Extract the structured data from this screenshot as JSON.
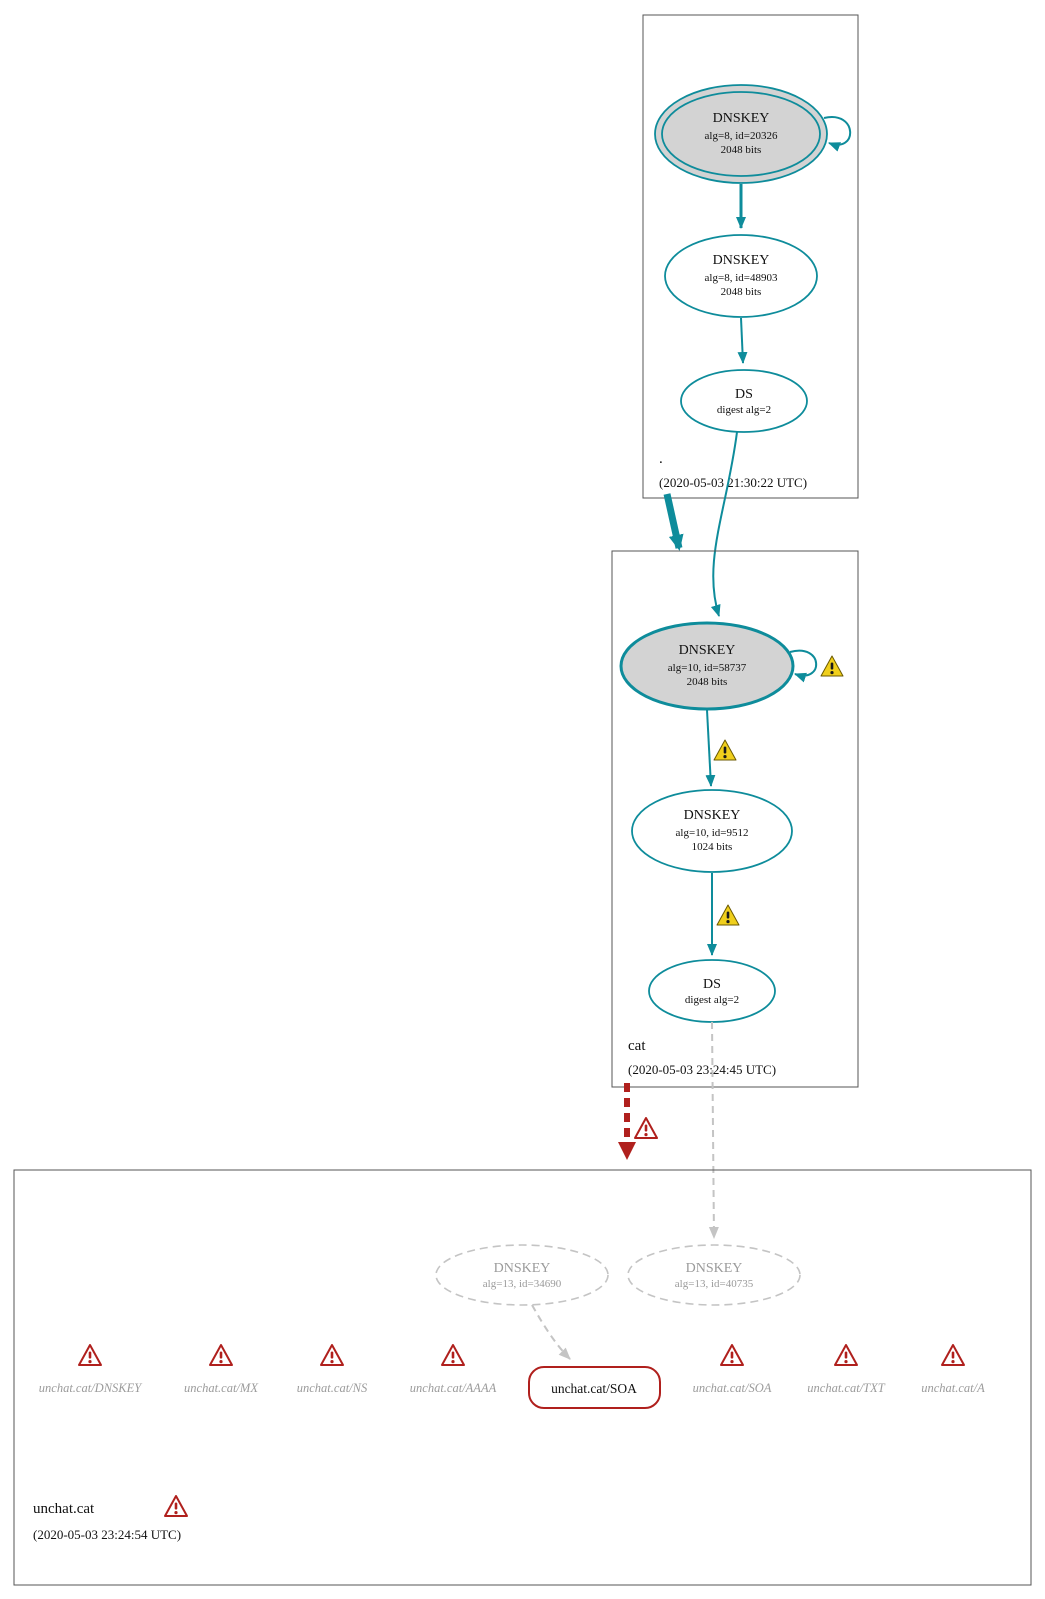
{
  "colors": {
    "teal": "#0e8c9b",
    "red": "#b0201d",
    "gold": "#f0cf1c",
    "nodegray": "#d3d3d3",
    "graydash": "#c4c4c4"
  },
  "zones": {
    "root": {
      "name": ".",
      "timestamp": "(2020-05-03 21:30:22 UTC)",
      "ksk": {
        "title": "DNSKEY",
        "detail1": "alg=8, id=20326",
        "detail2": "2048 bits"
      },
      "zsk": {
        "title": "DNSKEY",
        "detail1": "alg=8, id=48903",
        "detail2": "2048 bits"
      },
      "ds": {
        "title": "DS",
        "detail1": "digest alg=2"
      }
    },
    "cat": {
      "name": "cat",
      "timestamp": "(2020-05-03 23:24:45 UTC)",
      "ksk": {
        "title": "DNSKEY",
        "detail1": "alg=10, id=58737",
        "detail2": "2048 bits"
      },
      "zsk": {
        "title": "DNSKEY",
        "detail1": "alg=10, id=9512",
        "detail2": "1024 bits"
      },
      "ds": {
        "title": "DS",
        "detail1": "digest alg=2"
      }
    },
    "unchat": {
      "name": "unchat.cat",
      "timestamp": "(2020-05-03 23:24:54 UTC)",
      "missing_key_1": {
        "title": "DNSKEY",
        "detail1": "alg=13, id=34690"
      },
      "missing_key_2": {
        "title": "DNSKEY",
        "detail1": "alg=13, id=40735"
      },
      "soa_node": {
        "label": "unchat.cat/SOA"
      },
      "rrsets": [
        {
          "label": "unchat.cat/DNSKEY"
        },
        {
          "label": "unchat.cat/MX"
        },
        {
          "label": "unchat.cat/NS"
        },
        {
          "label": "unchat.cat/AAAA"
        },
        {
          "label": "unchat.cat/SOA"
        },
        {
          "label": "unchat.cat/TXT"
        },
        {
          "label": "unchat.cat/A"
        }
      ]
    }
  }
}
